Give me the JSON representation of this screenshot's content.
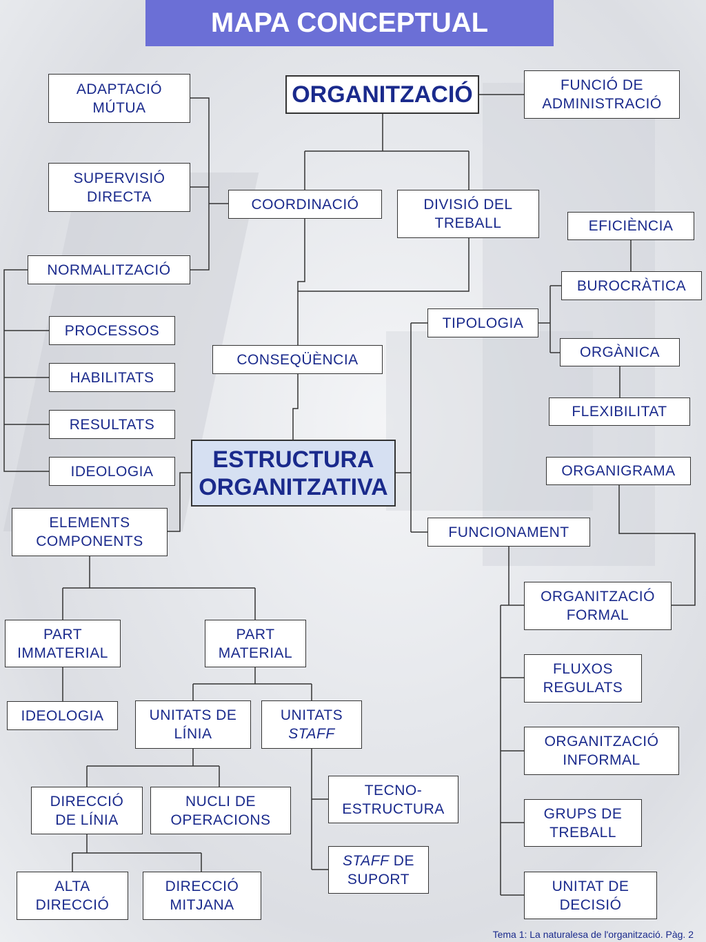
{
  "title": "MAPA CONCEPTUAL",
  "footer": "Tema 1: La naturalesa de l'organització. Pàg. 2",
  "nodes": {
    "organitzacio": "ORGANITZACIÓ",
    "funcio_administracio": "FUNCIÓ DE\nADMINISTRACIÓ",
    "adaptacio_mutua": "ADAPTACIÓ\nMÚTUA",
    "supervisio_directa": "SUPERVISIÓ\nDIRECTA",
    "coordinacio": "COORDINACIÓ",
    "divisio_treball": "DIVISIÓ DEL\nTREBALL",
    "eficiencia": "EFICIÈNCIA",
    "normalitzacio": "NORMALITZACIÓ",
    "burocratica": "BUROCRÀTICA",
    "tipologia": "TIPOLOGIA",
    "processos": "PROCESSOS",
    "organica": "ORGÀNICA",
    "consequencia": "CONSEQÜÈNCIA",
    "habilitats": "HABILITATS",
    "flexibilitat": "FLEXIBILITAT",
    "resultats": "RESULTATS",
    "estructura": "ESTRUCTURA\nORGANITZATIVA",
    "ideologia1": "IDEOLOGIA",
    "organigrama": "ORGANIGRAMA",
    "elements": "ELEMENTS\nCOMPONENTS",
    "funcionament": "FUNCIONAMENT",
    "org_formal": "ORGANITZACIÓ\nFORMAL",
    "part_immaterial": "PART\nIMMATERIAL",
    "part_material": "PART\nMATERIAL",
    "fluxos": "FLUXOS\nREGULATS",
    "ideologia2": "IDEOLOGIA",
    "unitats_linia": "UNITATS DE\nLÍNIA",
    "unitats_staff_1": "UNITATS",
    "unitats_staff_2": "STAFF",
    "org_informal": "ORGANITZACIÓ\nINFORMAL",
    "tecnoestructura": "TECNO-\nESTRUCTURA",
    "direccio_linia": "DIRECCIÓ\nDE LÍNIA",
    "nucli": "NUCLI DE\nOPERACIONS",
    "grups": "GRUPS DE\nTREBALL",
    "staff_suport_1": "STAFF",
    "staff_suport_2": " DE",
    "staff_suport_3": "SUPORT",
    "alta": "ALTA\nDIRECCIÓ",
    "mitjana": "DIRECCIÓ\nMITJANA",
    "unitat_decisio": "UNITAT DE\nDECISIÓ"
  }
}
